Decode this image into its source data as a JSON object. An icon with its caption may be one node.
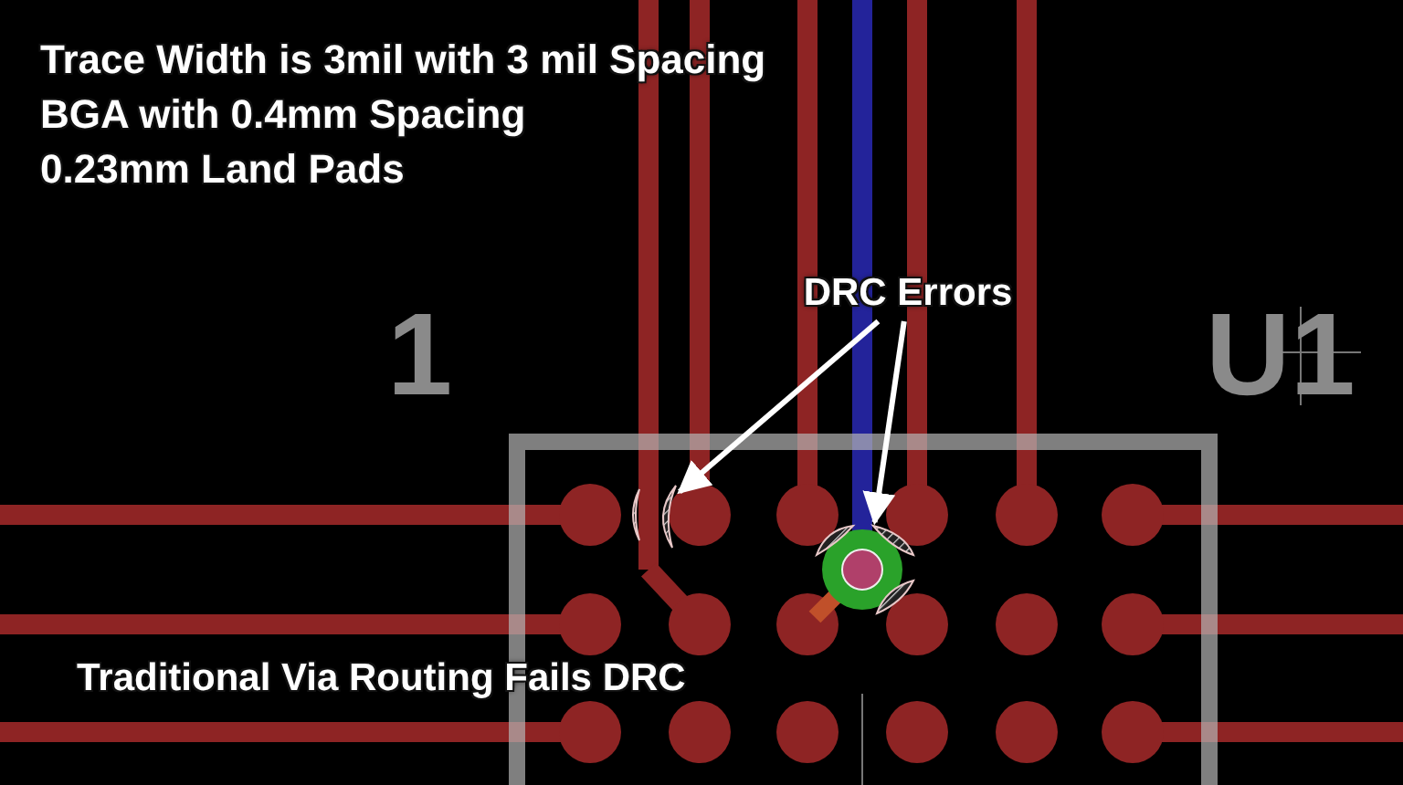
{
  "diagram": {
    "nodes": [
      {
        "text": [
          "DRC Errors"
        ]
      },
      {
        "text": [],
        "shape": "picture"
      },
      {
        "text": [],
        "shape": "picture"
      }
    ],
    "edges": [
      {
        "from": 0,
        "to": 1,
        "arrow": "to"
      },
      {
        "from": 0,
        "to": 2,
        "arrow": "to"
      }
    ],
    "labels": [
      "Trace Width is 3mil with 3 mil Spacing",
      "BGA with 0.4mm Spacing",
      "0.23mm Land Pads",
      "1",
      "U1",
      "Traditional Via Routing Fails DRC"
    ]
  }
}
